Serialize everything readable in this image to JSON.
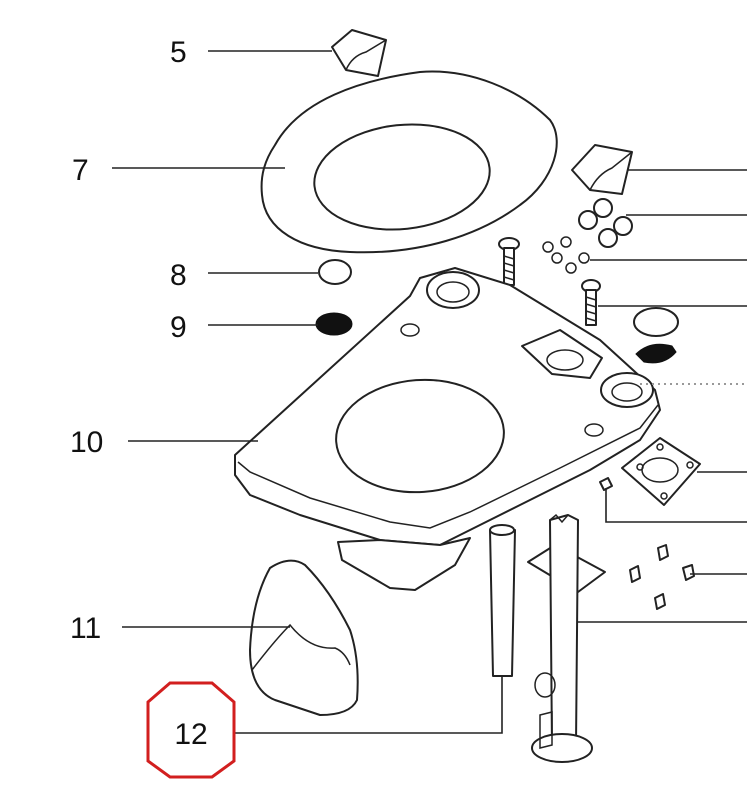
{
  "callouts": {
    "c5": "5",
    "c7": "7",
    "c8": "8",
    "c9": "9",
    "c10": "10",
    "c11": "11",
    "c12": "12"
  },
  "highlight_color": "#d21f1f",
  "line_color": "#222222"
}
